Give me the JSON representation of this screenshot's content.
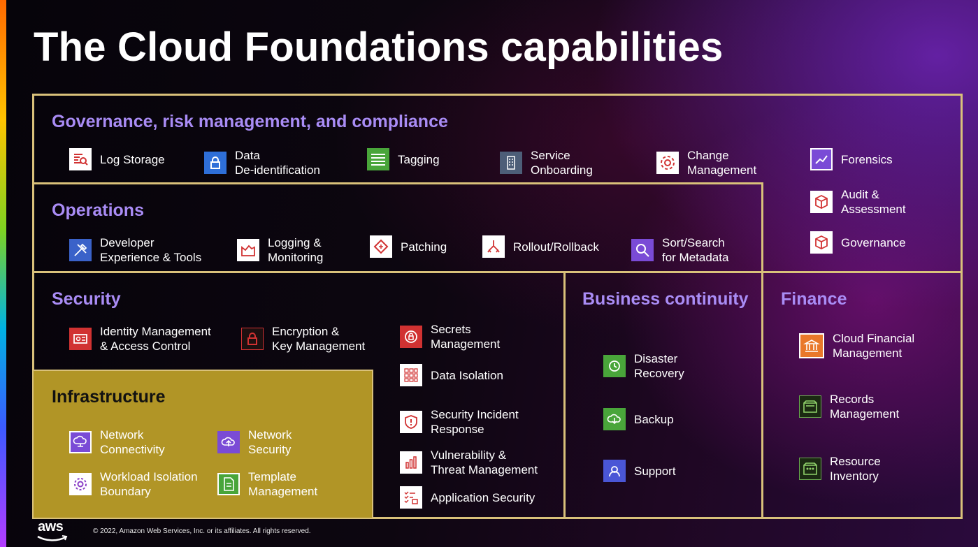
{
  "title": "The Cloud Foundations capabilities",
  "colors": {
    "frame": "#d9c17a",
    "section_title": "#a98cf5",
    "infrastructure_fill": "#b19526"
  },
  "sections": {
    "governance": {
      "title": "Governance, risk management, and compliance",
      "items": [
        {
          "label": "Log Storage",
          "icon": "log-storage-icon"
        },
        {
          "label": "Data\nDe-identification",
          "icon": "lock-icon"
        },
        {
          "label": "Tagging",
          "icon": "tagging-icon"
        },
        {
          "label": "Service\nOnboarding",
          "icon": "building-icon"
        },
        {
          "label": "Change\nManagement",
          "icon": "gear-cycle-icon"
        }
      ]
    },
    "governance_side": {
      "items": [
        {
          "label": "Forensics",
          "icon": "forensics-icon"
        },
        {
          "label": "Audit &\nAssessment",
          "icon": "cube-icon"
        },
        {
          "label": "Governance",
          "icon": "cube-icon"
        }
      ]
    },
    "operations": {
      "title": "Operations",
      "items": [
        {
          "label": "Developer\nExperience & Tools",
          "icon": "tools-icon"
        },
        {
          "label": "Logging &\nMonitoring",
          "icon": "chart-line-icon"
        },
        {
          "label": "Patching",
          "icon": "patch-icon"
        },
        {
          "label": "Rollout/Rollback",
          "icon": "fork-icon"
        },
        {
          "label": "Sort/Search\nfor Metadata",
          "icon": "magnifier-icon"
        }
      ]
    },
    "security": {
      "title": "Security",
      "items": [
        {
          "label": "Identity Management\n& Access Control",
          "icon": "id-card-icon"
        },
        {
          "label": "Encryption &\nKey Management",
          "icon": "key-lock-icon"
        },
        {
          "label": "Secrets\nManagement",
          "icon": "secret-lock-icon"
        },
        {
          "label": "Data Isolation",
          "icon": "grid-icon"
        },
        {
          "label": "Security Incident\nResponse",
          "icon": "shield-alert-icon"
        },
        {
          "label": "Vulnerability &\nThreat Management",
          "icon": "bar-chart-icon"
        },
        {
          "label": "Application Security",
          "icon": "checklist-lock-icon"
        }
      ]
    },
    "business_continuity": {
      "title": "Business continuity",
      "items": [
        {
          "label": "Disaster\nRecovery",
          "icon": "recovery-icon"
        },
        {
          "label": "Backup",
          "icon": "cloud-backup-icon"
        },
        {
          "label": "Support",
          "icon": "support-icon"
        }
      ]
    },
    "finance": {
      "title": "Finance",
      "items": [
        {
          "label": "Cloud Financial\nManagement",
          "icon": "bank-icon"
        },
        {
          "label": "Records\nManagement",
          "icon": "records-icon"
        },
        {
          "label": "Resource\nInventory",
          "icon": "inventory-icon"
        }
      ]
    },
    "infrastructure": {
      "title": "Infrastructure",
      "items": [
        {
          "label": "Network\nConnectivity",
          "icon": "network-cloud-icon"
        },
        {
          "label": "Network\nSecurity",
          "icon": "cloud-upload-icon"
        },
        {
          "label": "Workload Isolation\nBoundary",
          "icon": "workload-gear-icon"
        },
        {
          "label": "Template\nManagement",
          "icon": "template-icon"
        }
      ]
    }
  },
  "footer": {
    "logo_text": "aws",
    "copyright": "© 2022, Amazon Web Services, Inc. or its affiliates. All rights reserved."
  }
}
